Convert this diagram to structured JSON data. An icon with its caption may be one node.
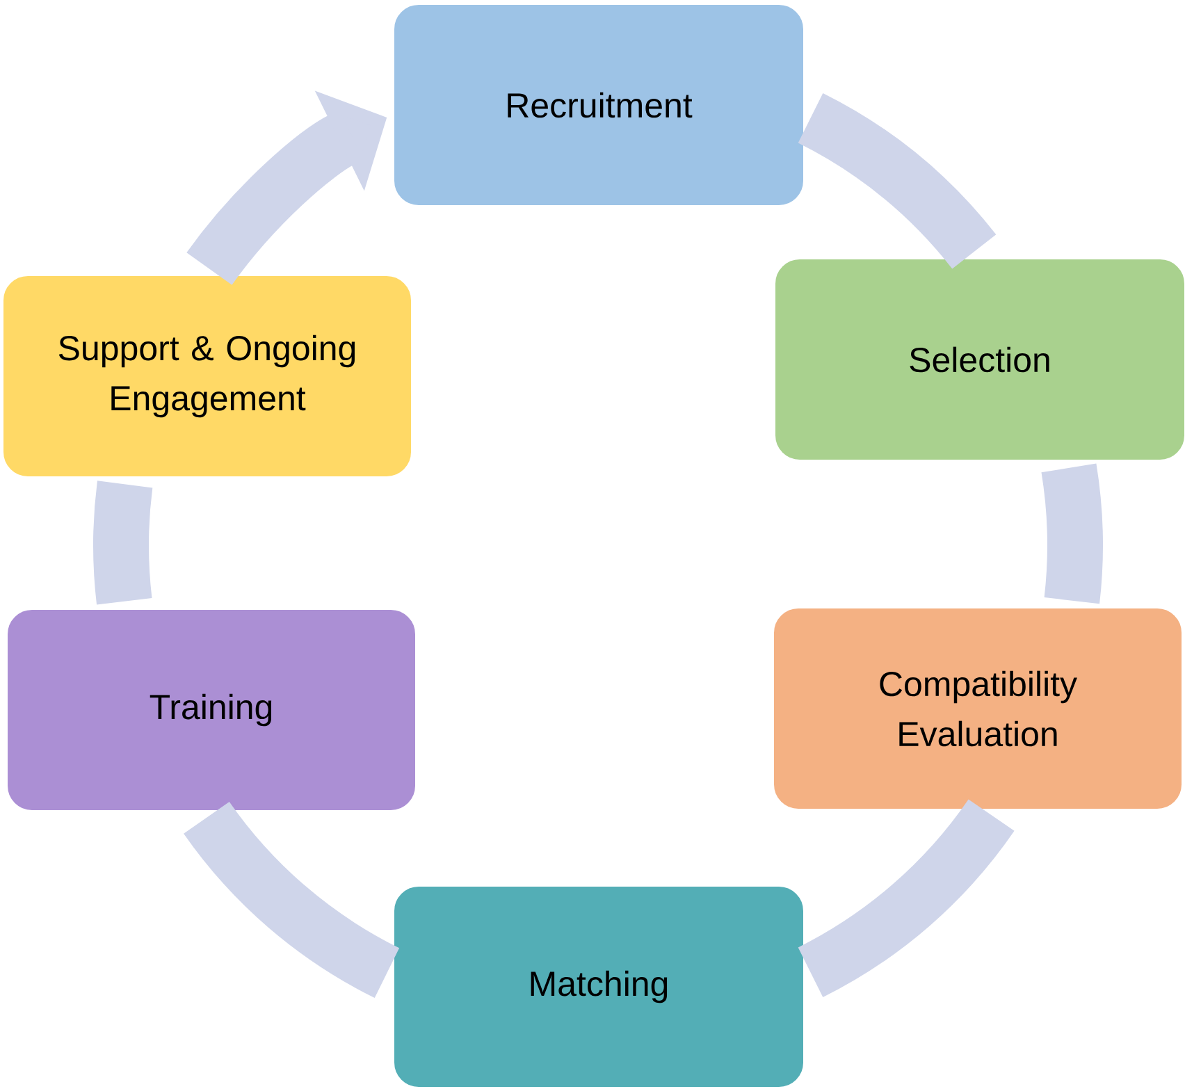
{
  "diagram": {
    "nodes": [
      {
        "text": [
          "Recruitment"
        ]
      },
      {
        "text": [
          "Selection"
        ]
      },
      {
        "text": [
          "Compatibility Evaluation"
        ]
      },
      {
        "text": [
          "Matching"
        ]
      },
      {
        "text": [
          "Training"
        ]
      },
      {
        "text": [
          "Support & Ongoing Engagement"
        ]
      }
    ],
    "edges": [
      {
        "from": 0,
        "to": 1,
        "arrow": "none"
      },
      {
        "from": 1,
        "to": 2,
        "arrow": "none"
      },
      {
        "from": 2,
        "to": 3,
        "arrow": "none"
      },
      {
        "from": 3,
        "to": 4,
        "arrow": "none"
      },
      {
        "from": 4,
        "to": 5,
        "arrow": "none"
      },
      {
        "from": 5,
        "to": 0,
        "arrow": "to"
      }
    ]
  }
}
